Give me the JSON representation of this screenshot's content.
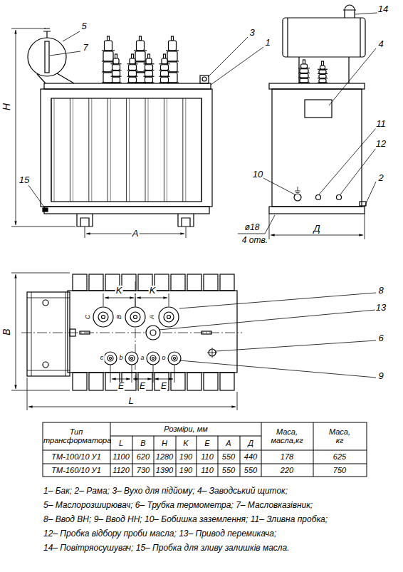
{
  "diagram": {
    "labels": [
      "5",
      "7",
      "3",
      "1",
      "14",
      "4",
      "H",
      "15",
      "A",
      "10",
      "11",
      "12",
      "2",
      "ø18",
      "4 отв.",
      "Д",
      "K",
      "K",
      "8",
      "13",
      "B",
      "C",
      "B",
      "A",
      "6",
      "c",
      "b",
      "a",
      "o",
      "E",
      "E",
      "E",
      "9",
      "L",
      "Тип трансформатора",
      "Розміри, мм",
      "Маса, масла,кг",
      "Маса, кг",
      "L",
      "B",
      "H",
      "K",
      "E",
      "A",
      "Д",
      "ТМ-100/10 У1",
      "1100",
      "620",
      "1280",
      "190",
      "110",
      "550",
      "440",
      "178",
      "625",
      "ТМ-160/10 У1",
      "1120",
      "730",
      "1390",
      "190",
      "110",
      "550",
      "550",
      "220",
      "750",
      "1– Бак; 2– Рама; 3– Вухо для підйому; 4– Заводський щиток;",
      "5– Маслорозширювач; 6– Трубка термометра; 7– Масловказівник;",
      "8– Ввод ВН; 9– Ввод НН; 10– Бобишка заземлення; 11– Зливна пробка;",
      "12– Пробка відбору проби масла; 13– Привод перемикача;",
      "14– Повітряосушувач; 15– Пробка для зливу залишків масла."
    ]
  }
}
